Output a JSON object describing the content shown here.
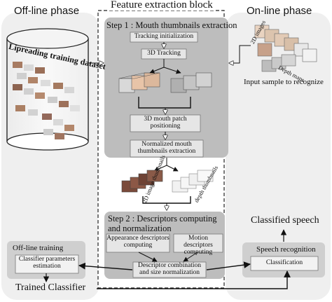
{
  "titles": {
    "offline_phase": "Off-line phase",
    "feature_block": "Feature extraction block",
    "online_phase": "On-line phase"
  },
  "offline": {
    "dataset_label": "Lipreading training dataset",
    "training_title": "Off-line  training",
    "classifier_box": "Classifier parameters estimation",
    "trained_classifier": "Trained Classifier"
  },
  "step1": {
    "title": "Step 1 : Mouth thumbnails extraction",
    "tracking_init": "Tracking initialization",
    "tracking_3d": "3D Tracking",
    "mouth_patch": "3D mouth patch positioning",
    "normalized": "Normalized mouth thumbnails extraction"
  },
  "thumbs": {
    "label_2d": "2D image thumbnails",
    "label_depth": "depth thumbnails"
  },
  "step2": {
    "title": "Step 2 : Descriptors computing and normalization",
    "appearance": "Appearance descriptors computing",
    "motion": "Motion descriptors computing",
    "combination": "Descriptor combination and size normalization"
  },
  "online": {
    "label_2d_images": "2D images",
    "label_depth_maps": "Depth maps",
    "input_caption": "Input sample to recognize",
    "classified": "Classified speech",
    "recognition_title": "Speech recognition",
    "classification": "Classification"
  }
}
